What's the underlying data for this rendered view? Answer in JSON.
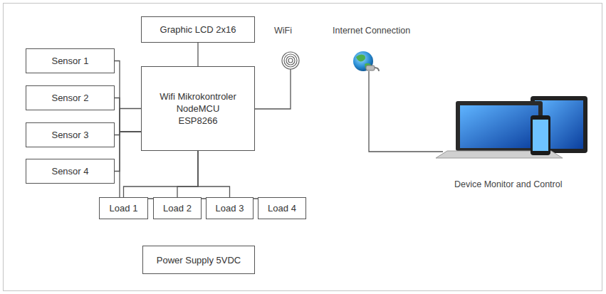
{
  "diagram": {
    "nodes": [
      {
        "text": [
          "Graphic LCD 2x16"
        ]
      },
      {
        "text": [
          "Sensor 1"
        ]
      },
      {
        "text": [
          "Sensor 2"
        ]
      },
      {
        "text": [
          "Sensor 3"
        ]
      },
      {
        "text": [
          "Sensor 4"
        ]
      },
      {
        "text": [
          "Wifi Mikrokontroler NodeMCU ESP8266"
        ]
      },
      {
        "text": [
          "Load 1"
        ]
      },
      {
        "text": [
          "Load 2"
        ]
      },
      {
        "text": [
          "Load 3"
        ]
      },
      {
        "text": [
          "Load 4"
        ]
      },
      {
        "text": [
          "Power Supply 5VDC"
        ]
      }
    ],
    "edges": [
      {
        "from": 0,
        "to": 5,
        "arrow": "none"
      },
      {
        "from": 1,
        "to": 5,
        "arrow": "none"
      },
      {
        "from": 2,
        "to": 5,
        "arrow": "none"
      },
      {
        "from": 3,
        "to": 5,
        "arrow": "none"
      },
      {
        "from": 4,
        "to": 5,
        "arrow": "none"
      },
      {
        "from": 5,
        "to": 6,
        "arrow": "none"
      },
      {
        "from": 5,
        "to": 7,
        "arrow": "none"
      },
      {
        "from": 5,
        "to": 8,
        "arrow": "none"
      },
      {
        "from": 5,
        "to": 9,
        "arrow": "none"
      }
    ],
    "labels": [
      "WiFi",
      "Internet Connection",
      "Device Monitor and Control"
    ]
  }
}
